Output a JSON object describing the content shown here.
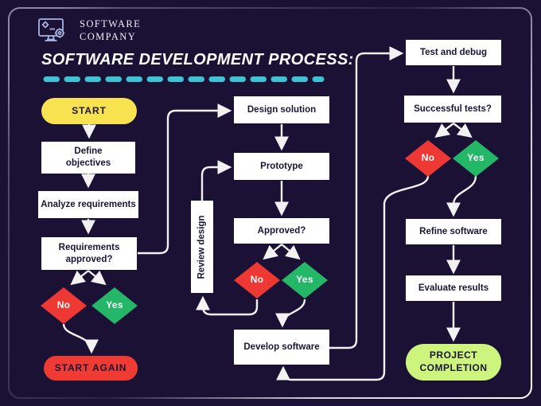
{
  "brand": {
    "line1": "SOFTWARE",
    "line2": "COMPANY",
    "icon": "monitor-gear-icon"
  },
  "title": "SOFTWARE DEVELOPMENT PROCESS:",
  "colors": {
    "background": "#1A1135",
    "box_fill": "#FFFFFF",
    "box_text": "#1B1535",
    "start_pill": "#F7E24F",
    "start_again_pill": "#EF3B33",
    "completion_pill": "#CDF57E",
    "no_diamond": "#ED3833",
    "yes_diamond": "#24B768",
    "divider_dashes": "#3FC3D4",
    "connector": "#F2F2F2",
    "logo": "#A9B3E0"
  },
  "flowchart": {
    "start": {
      "label": "START"
    },
    "define_objectives": {
      "label": "Define objectives"
    },
    "analyze_requirements": {
      "label": "Analyze requirements"
    },
    "requirements_approved": {
      "label": "Requirements approved?"
    },
    "req_no": {
      "label": "No"
    },
    "req_yes": {
      "label": "Yes"
    },
    "start_again": {
      "label": "START AGAIN"
    },
    "design_solution": {
      "label": "Design solution"
    },
    "prototype": {
      "label": "Prototype"
    },
    "approved": {
      "label": "Approved?"
    },
    "approved_no": {
      "label": "No"
    },
    "approved_yes": {
      "label": "Yes"
    },
    "review_design": {
      "label": "Review design"
    },
    "develop_software": {
      "label": "Develop software"
    },
    "test_debug": {
      "label": "Test and debug"
    },
    "successful_tests": {
      "label": "Successful tests?"
    },
    "tests_no": {
      "label": "No"
    },
    "tests_yes": {
      "label": "Yes"
    },
    "refine_software": {
      "label": "Refine software"
    },
    "evaluate_results": {
      "label": "Evaluate results"
    },
    "project_completion": {
      "label": "PROJECT COMPLETION"
    }
  }
}
